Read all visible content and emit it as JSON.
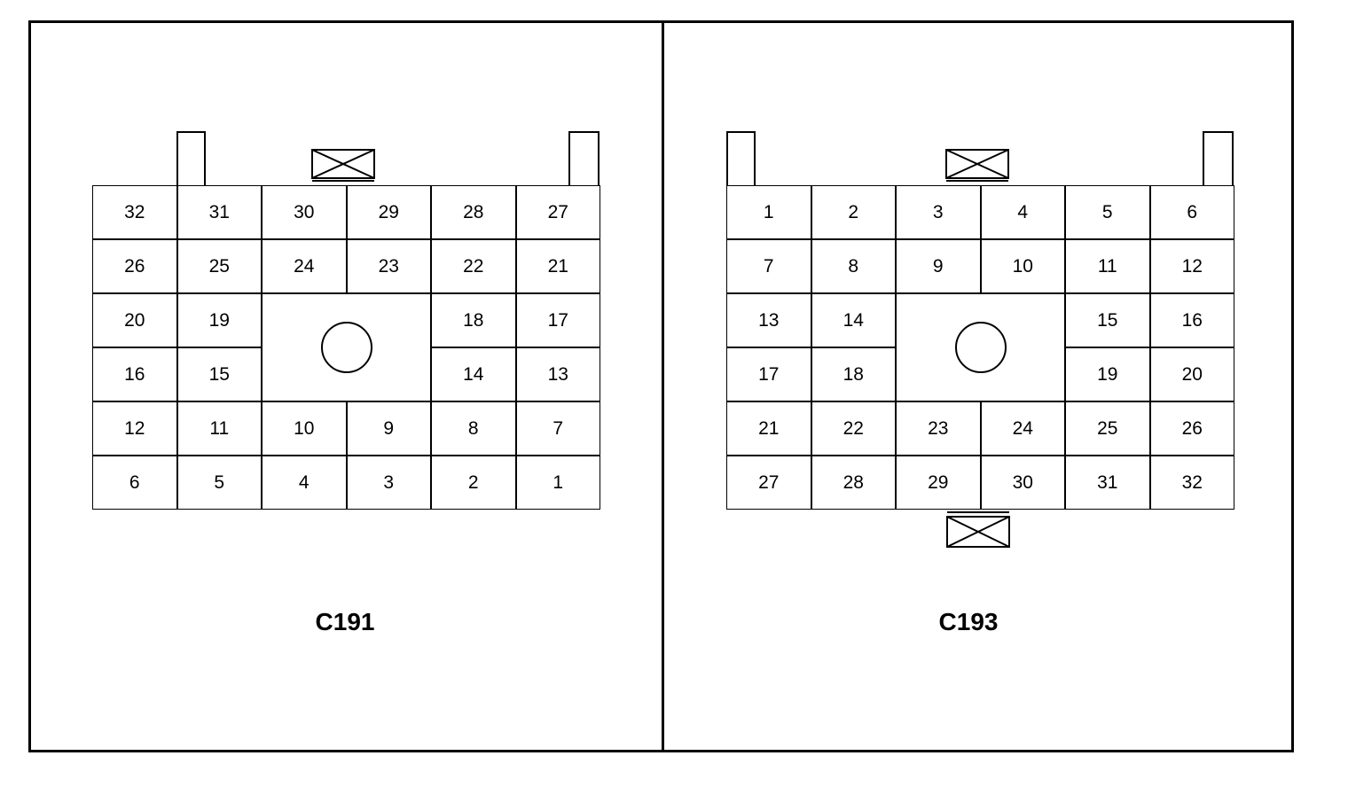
{
  "connectors": [
    {
      "id": "C191",
      "label": "C191",
      "rows": [
        [
          "32",
          "31",
          "30",
          "29",
          "28",
          "27"
        ],
        [
          "26",
          "25",
          "24",
          "23",
          "22",
          "21"
        ],
        [
          "20",
          "19",
          "",
          "",
          "18",
          "17"
        ],
        [
          "16",
          "15",
          "",
          "",
          "14",
          "13"
        ],
        [
          "12",
          "11",
          "10",
          "9",
          "8",
          "7"
        ],
        [
          "6",
          "5",
          "4",
          "3",
          "2",
          "1"
        ]
      ],
      "latch_positions": [
        "top"
      ]
    },
    {
      "id": "C193",
      "label": "C193",
      "rows": [
        [
          "1",
          "2",
          "3",
          "4",
          "5",
          "6"
        ],
        [
          "7",
          "8",
          "9",
          "10",
          "11",
          "12"
        ],
        [
          "13",
          "14",
          "",
          "",
          "15",
          "16"
        ],
        [
          "17",
          "18",
          "",
          "",
          "19",
          "20"
        ],
        [
          "21",
          "22",
          "23",
          "24",
          "25",
          "26"
        ],
        [
          "27",
          "28",
          "29",
          "30",
          "31",
          "32"
        ]
      ],
      "latch_positions": [
        "top",
        "bottom"
      ]
    }
  ]
}
